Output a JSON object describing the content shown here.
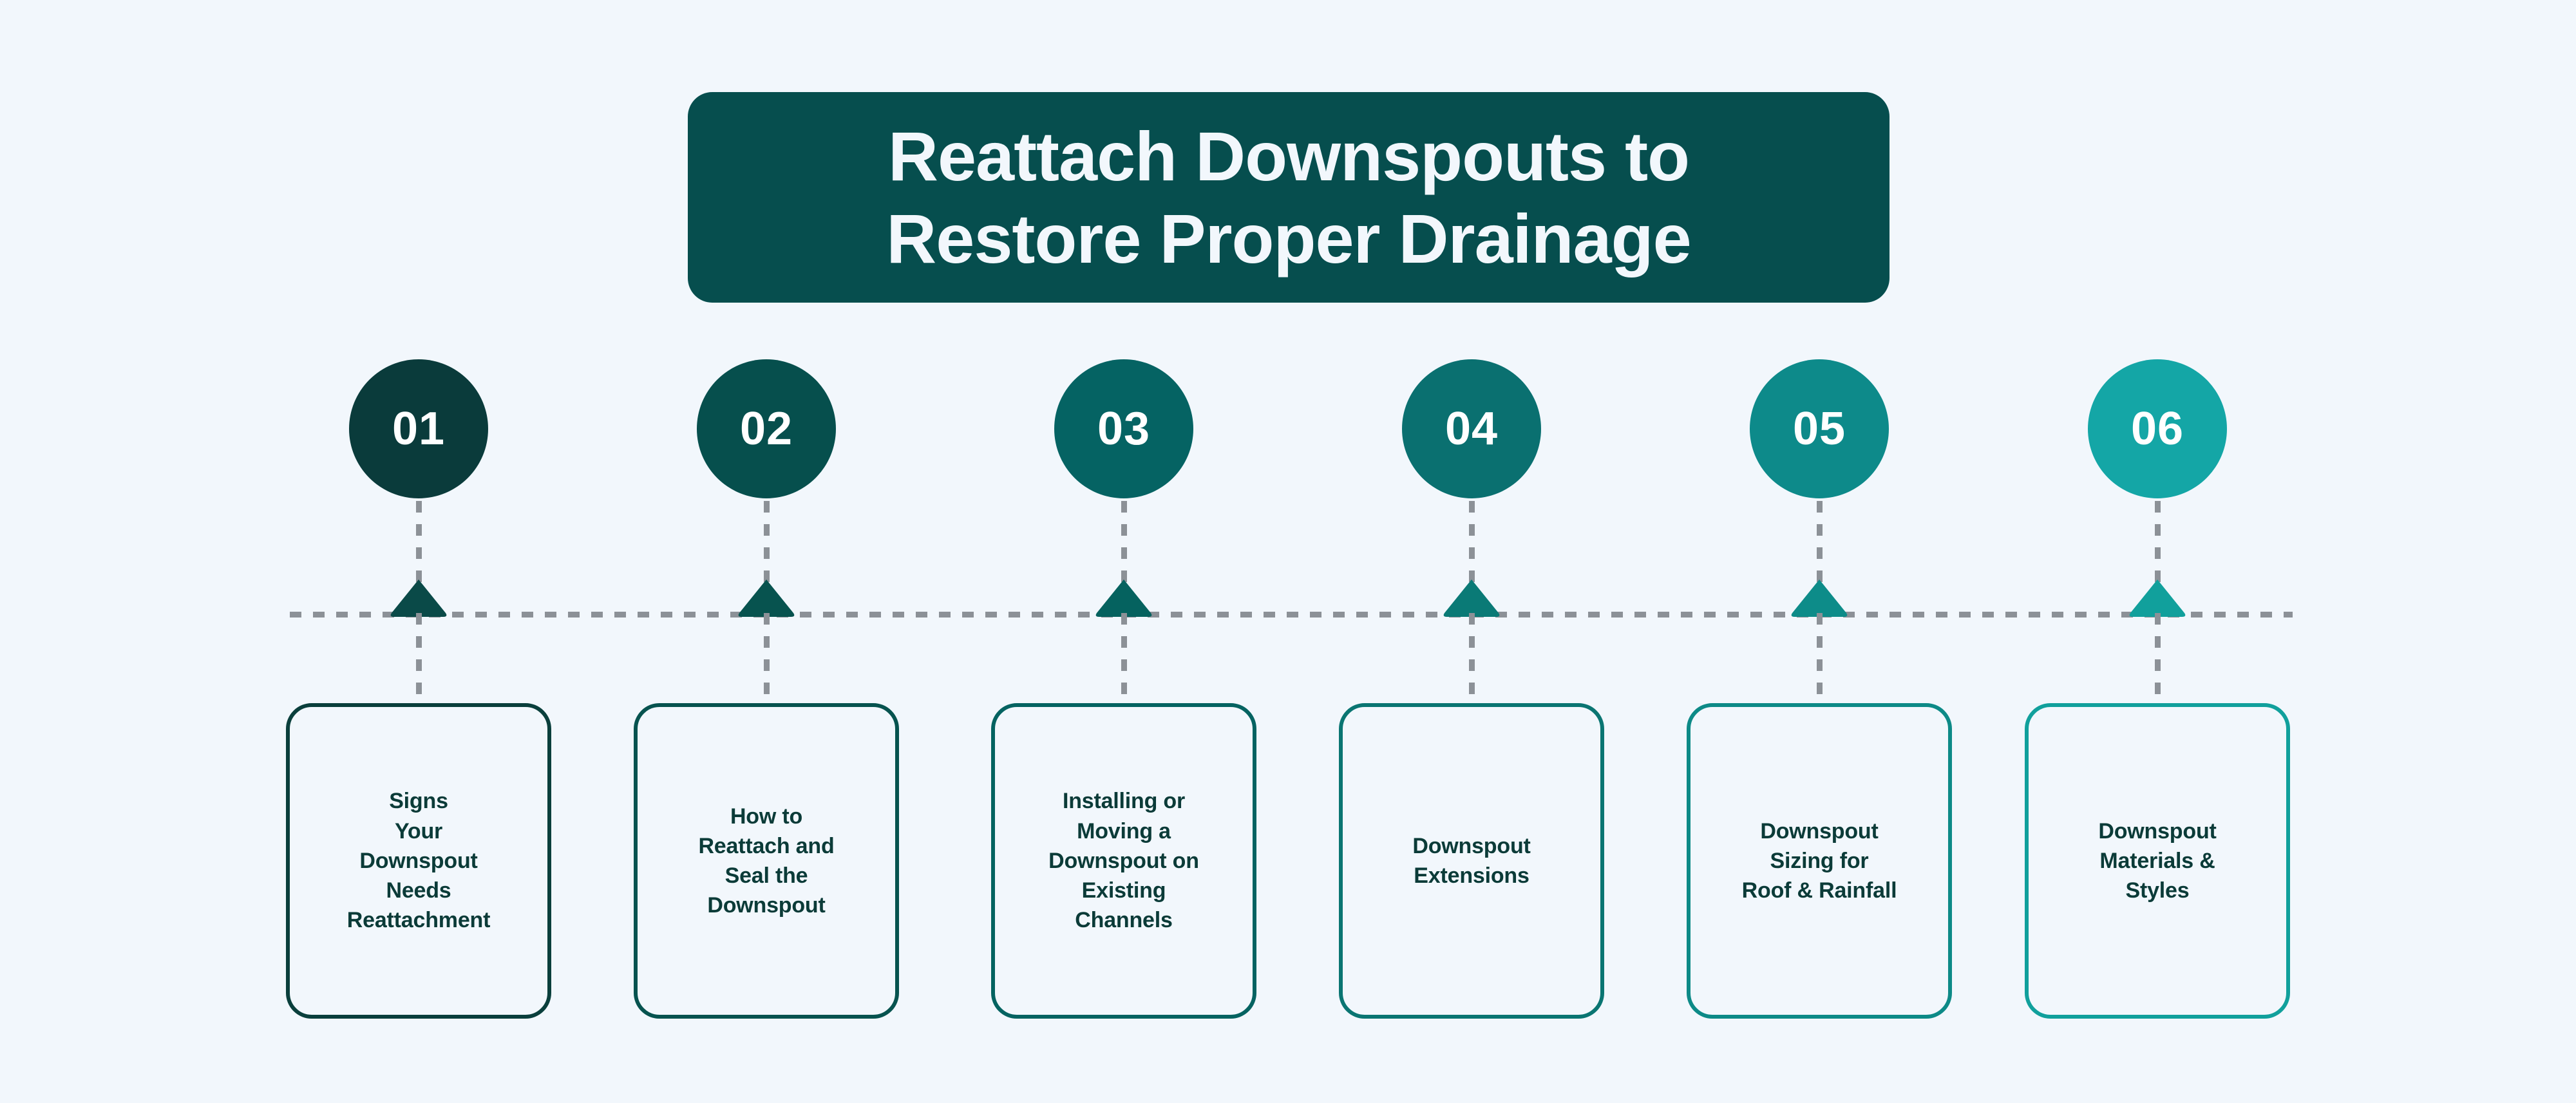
{
  "background_color": "#f2f7fc",
  "header": {
    "title": "Reattach Downspouts to\nRestore Proper Drainage",
    "background_color": "#064e4e",
    "text_color": "#f2f7fc"
  },
  "timeline": {
    "axis_color": "#8c9197",
    "axis_style": "dotted",
    "connector_color": "#8c9197"
  },
  "steps": [
    {
      "number": "01",
      "circle_color": "#0a3b3b",
      "marker_color": "#0a4a48",
      "card_border_color": "#0a3f3c",
      "card_title": "Signs\nYour\nDownspout\nNeeds\nReattachment"
    },
    {
      "number": "02",
      "circle_color": "#064f4d",
      "marker_color": "#07534f",
      "card_border_color": "#07534f",
      "card_title": "How to\nReattach and\nSeal the\nDownspout"
    },
    {
      "number": "03",
      "circle_color": "#056363",
      "marker_color": "#05625f",
      "card_border_color": "#056361",
      "card_title": "Installing or\nMoving a\nDownspout on\nExisting\nChannels"
    },
    {
      "number": "04",
      "circle_color": "#0a7070",
      "marker_color": "#0a7a76",
      "card_border_color": "#0a7572",
      "card_title": "Downspout\nExtensions"
    },
    {
      "number": "05",
      "circle_color": "#0d8a8a",
      "marker_color": "#0d8c89",
      "card_border_color": "#0d8a87",
      "card_title": "Downspout\nSizing for\nRoof & Rainfall"
    },
    {
      "number": "06",
      "circle_color": "#14a6a6",
      "marker_color": "#11a09c",
      "card_border_color": "#11a09c",
      "card_title": "Downspout\nMaterials &\nStyles"
    }
  ]
}
